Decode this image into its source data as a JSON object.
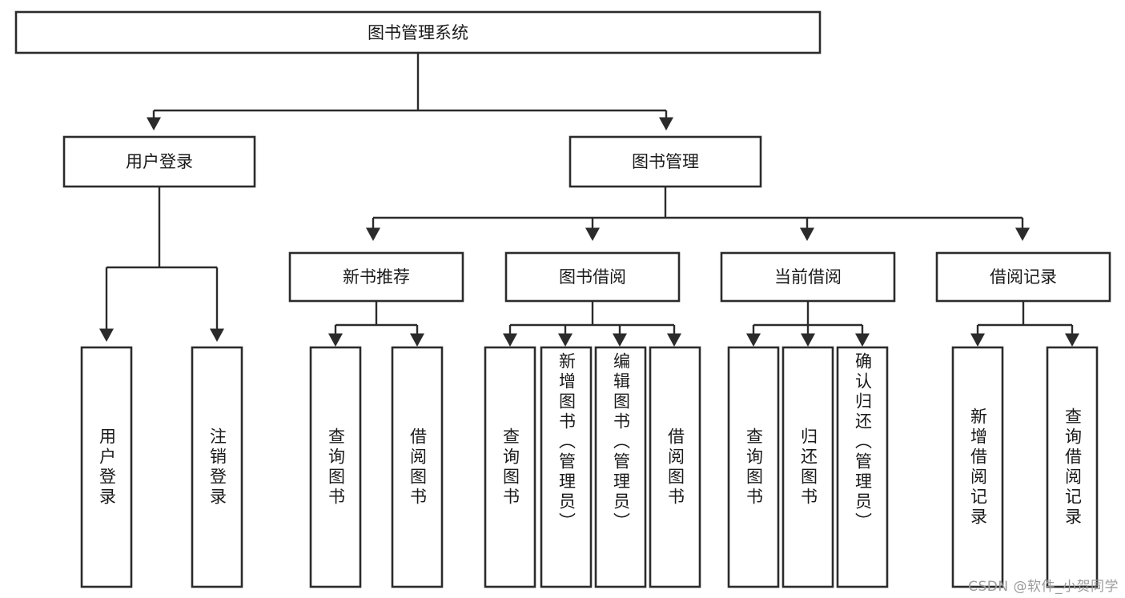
{
  "diagram": {
    "type": "tree-hierarchy-chart",
    "title": "图书管理系统",
    "colors": {
      "box_stroke": "#2b2b2b",
      "box_fill": "#ffffff",
      "text": "#1a1a1a",
      "connector": "#2b2b2b",
      "watermark": "#9b9b9b",
      "background": "#ffffff"
    },
    "root": {
      "label": "图书管理系统"
    },
    "level2": [
      {
        "label": "用户登录"
      },
      {
        "label": "图书管理"
      }
    ],
    "level3": [
      {
        "label": "新书推荐"
      },
      {
        "label": "图书借阅"
      },
      {
        "label": "当前借阅"
      },
      {
        "label": "借阅记录"
      }
    ],
    "leaves": {
      "user_login": [
        {
          "label": "用户登录"
        },
        {
          "label": "注销登录"
        }
      ],
      "new_book_recommend": [
        {
          "label": "查询图书"
        },
        {
          "label": "借阅图书"
        }
      ],
      "book_borrow": [
        {
          "label": "查询图书"
        },
        {
          "label": "新增图书（管理员）"
        },
        {
          "label": "编辑图书（管理员）"
        },
        {
          "label": "借阅图书"
        }
      ],
      "current_borrow": [
        {
          "label": "查询图书"
        },
        {
          "label": "归还图书"
        },
        {
          "label": "确认归还（管理员）"
        }
      ],
      "borrow_records": [
        {
          "label": "新增借阅记录"
        },
        {
          "label": "查询借阅记录"
        }
      ]
    }
  },
  "watermark": {
    "text": "CSDN @软件_小贺同学"
  }
}
